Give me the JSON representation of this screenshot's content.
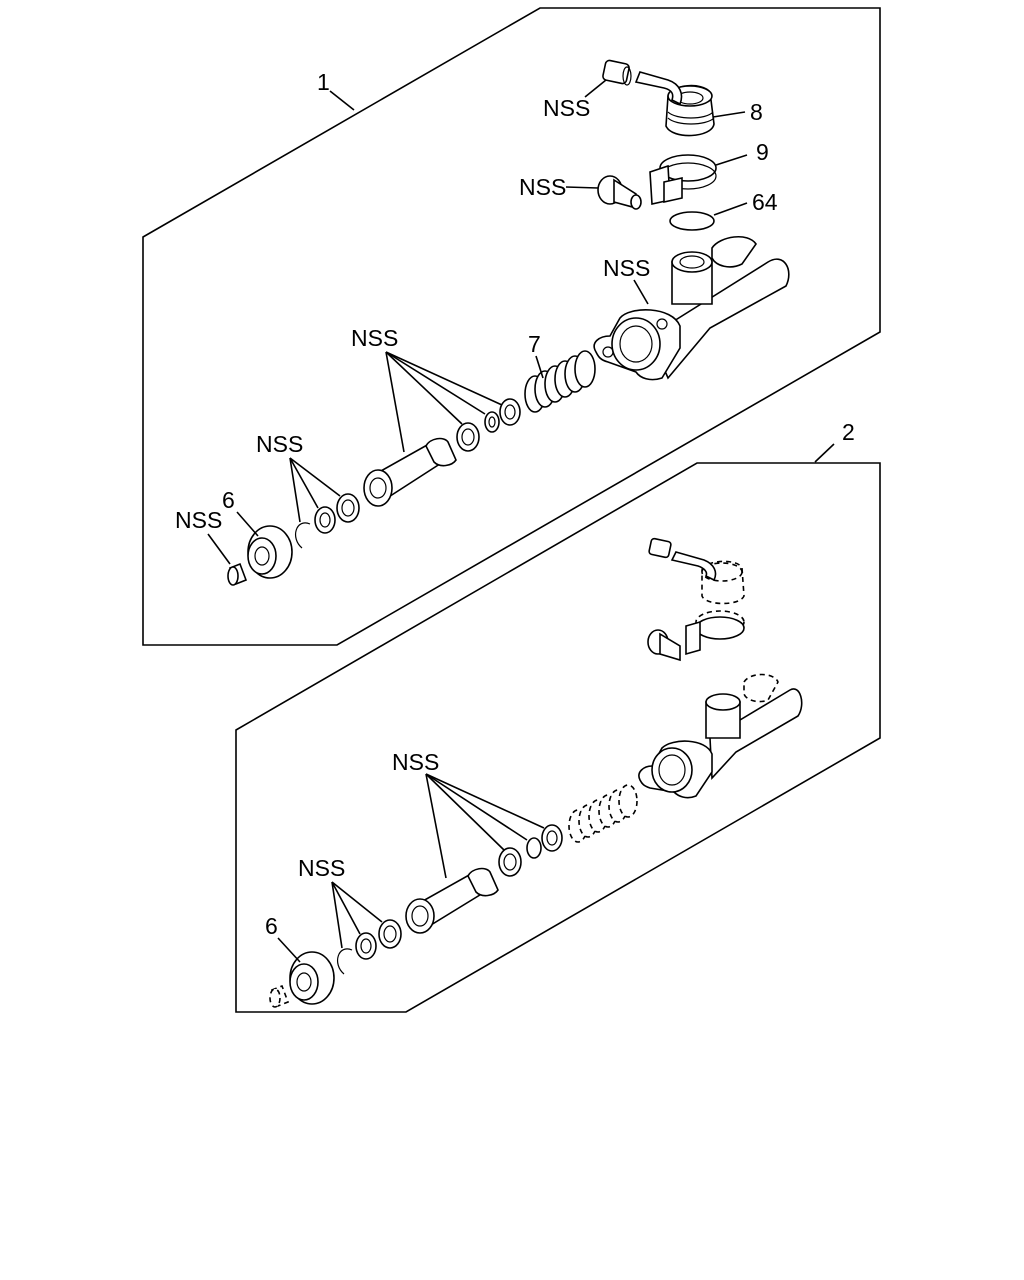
{
  "labels": {
    "assembly_1": "1",
    "assembly_2": "2",
    "nss": "NSS",
    "part_6": "6",
    "part_7": "7",
    "part_8": "8",
    "part_9": "9",
    "part_64": "64"
  }
}
